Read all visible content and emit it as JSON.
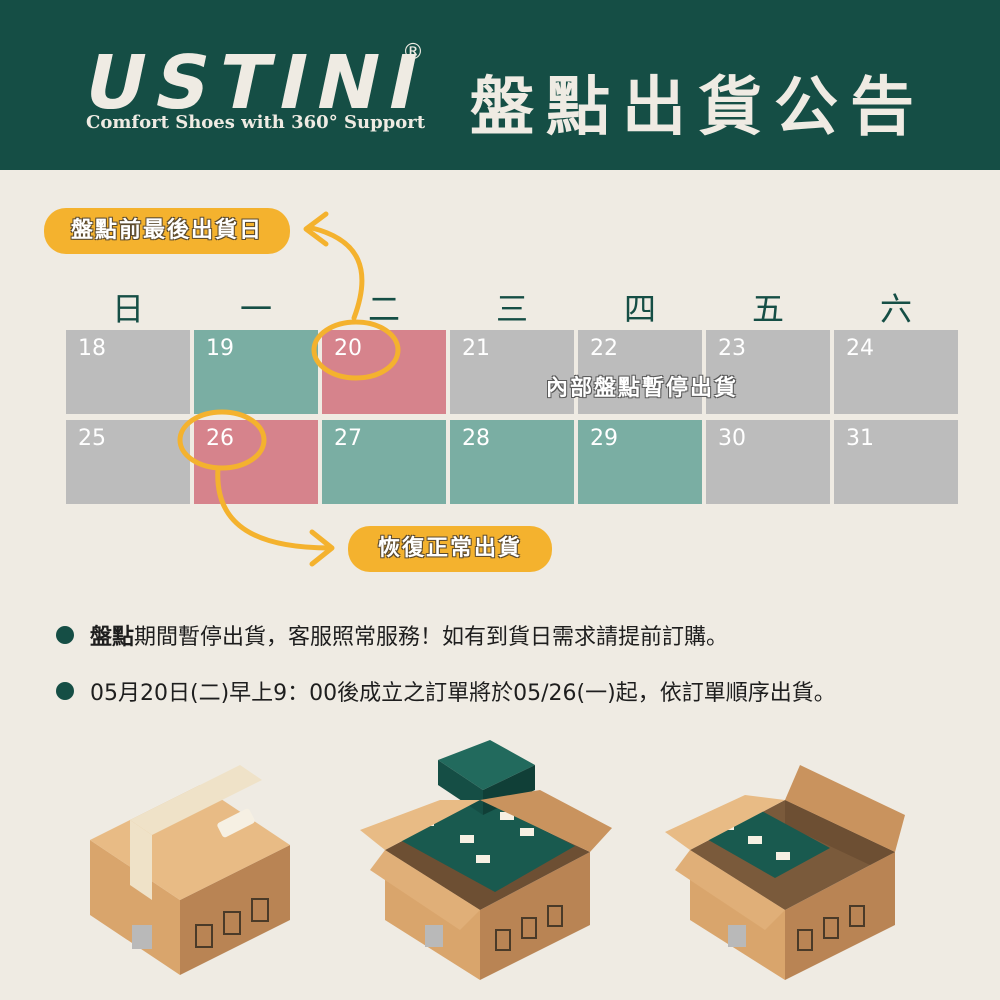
{
  "brand": {
    "name": "USTINI",
    "registered": "®",
    "tagline": "Comfort Shoes with 360° Support"
  },
  "title": "盤點出貨公告",
  "labels": {
    "last_ship_day": "盤點前最後出貨日",
    "resume_shipping": "恢復正常出貨",
    "inventory_banner": "內部盤點暫停出貨"
  },
  "calendar": {
    "weekdays": [
      "日",
      "一",
      "二",
      "三",
      "四",
      "五",
      "六"
    ],
    "weeks": [
      [
        {
          "day": "18",
          "status": "gray"
        },
        {
          "day": "19",
          "status": "teal"
        },
        {
          "day": "20",
          "status": "red"
        },
        {
          "day": "21",
          "status": "gray"
        },
        {
          "day": "22",
          "status": "gray"
        },
        {
          "day": "23",
          "status": "gray"
        },
        {
          "day": "24",
          "status": "gray"
        }
      ],
      [
        {
          "day": "25",
          "status": "gray"
        },
        {
          "day": "26",
          "status": "red"
        },
        {
          "day": "27",
          "status": "teal"
        },
        {
          "day": "28",
          "status": "teal"
        },
        {
          "day": "29",
          "status": "teal"
        },
        {
          "day": "30",
          "status": "gray"
        },
        {
          "day": "31",
          "status": "gray"
        }
      ]
    ],
    "highlighted_days": [
      "20",
      "26"
    ]
  },
  "notices": [
    {
      "bold": "盤點",
      "text": "期間暫停出貨，客服照常服務！如有到貨日需求請提前訂購。"
    },
    {
      "bold": "",
      "text": "05月20日(二)早上9：00後成立之訂單將於05/26(一)起，依訂單順序出貨。"
    }
  ],
  "colors": {
    "header": "#154e45",
    "background": "#efebe3",
    "accent": "#f4b22e",
    "teal_day": "#7aaea3",
    "red_day": "#d6838c",
    "gray_day": "#bcbcbc"
  },
  "icons": [
    "closed-box-icon",
    "open-box-full-icon",
    "open-box-partial-icon"
  ]
}
